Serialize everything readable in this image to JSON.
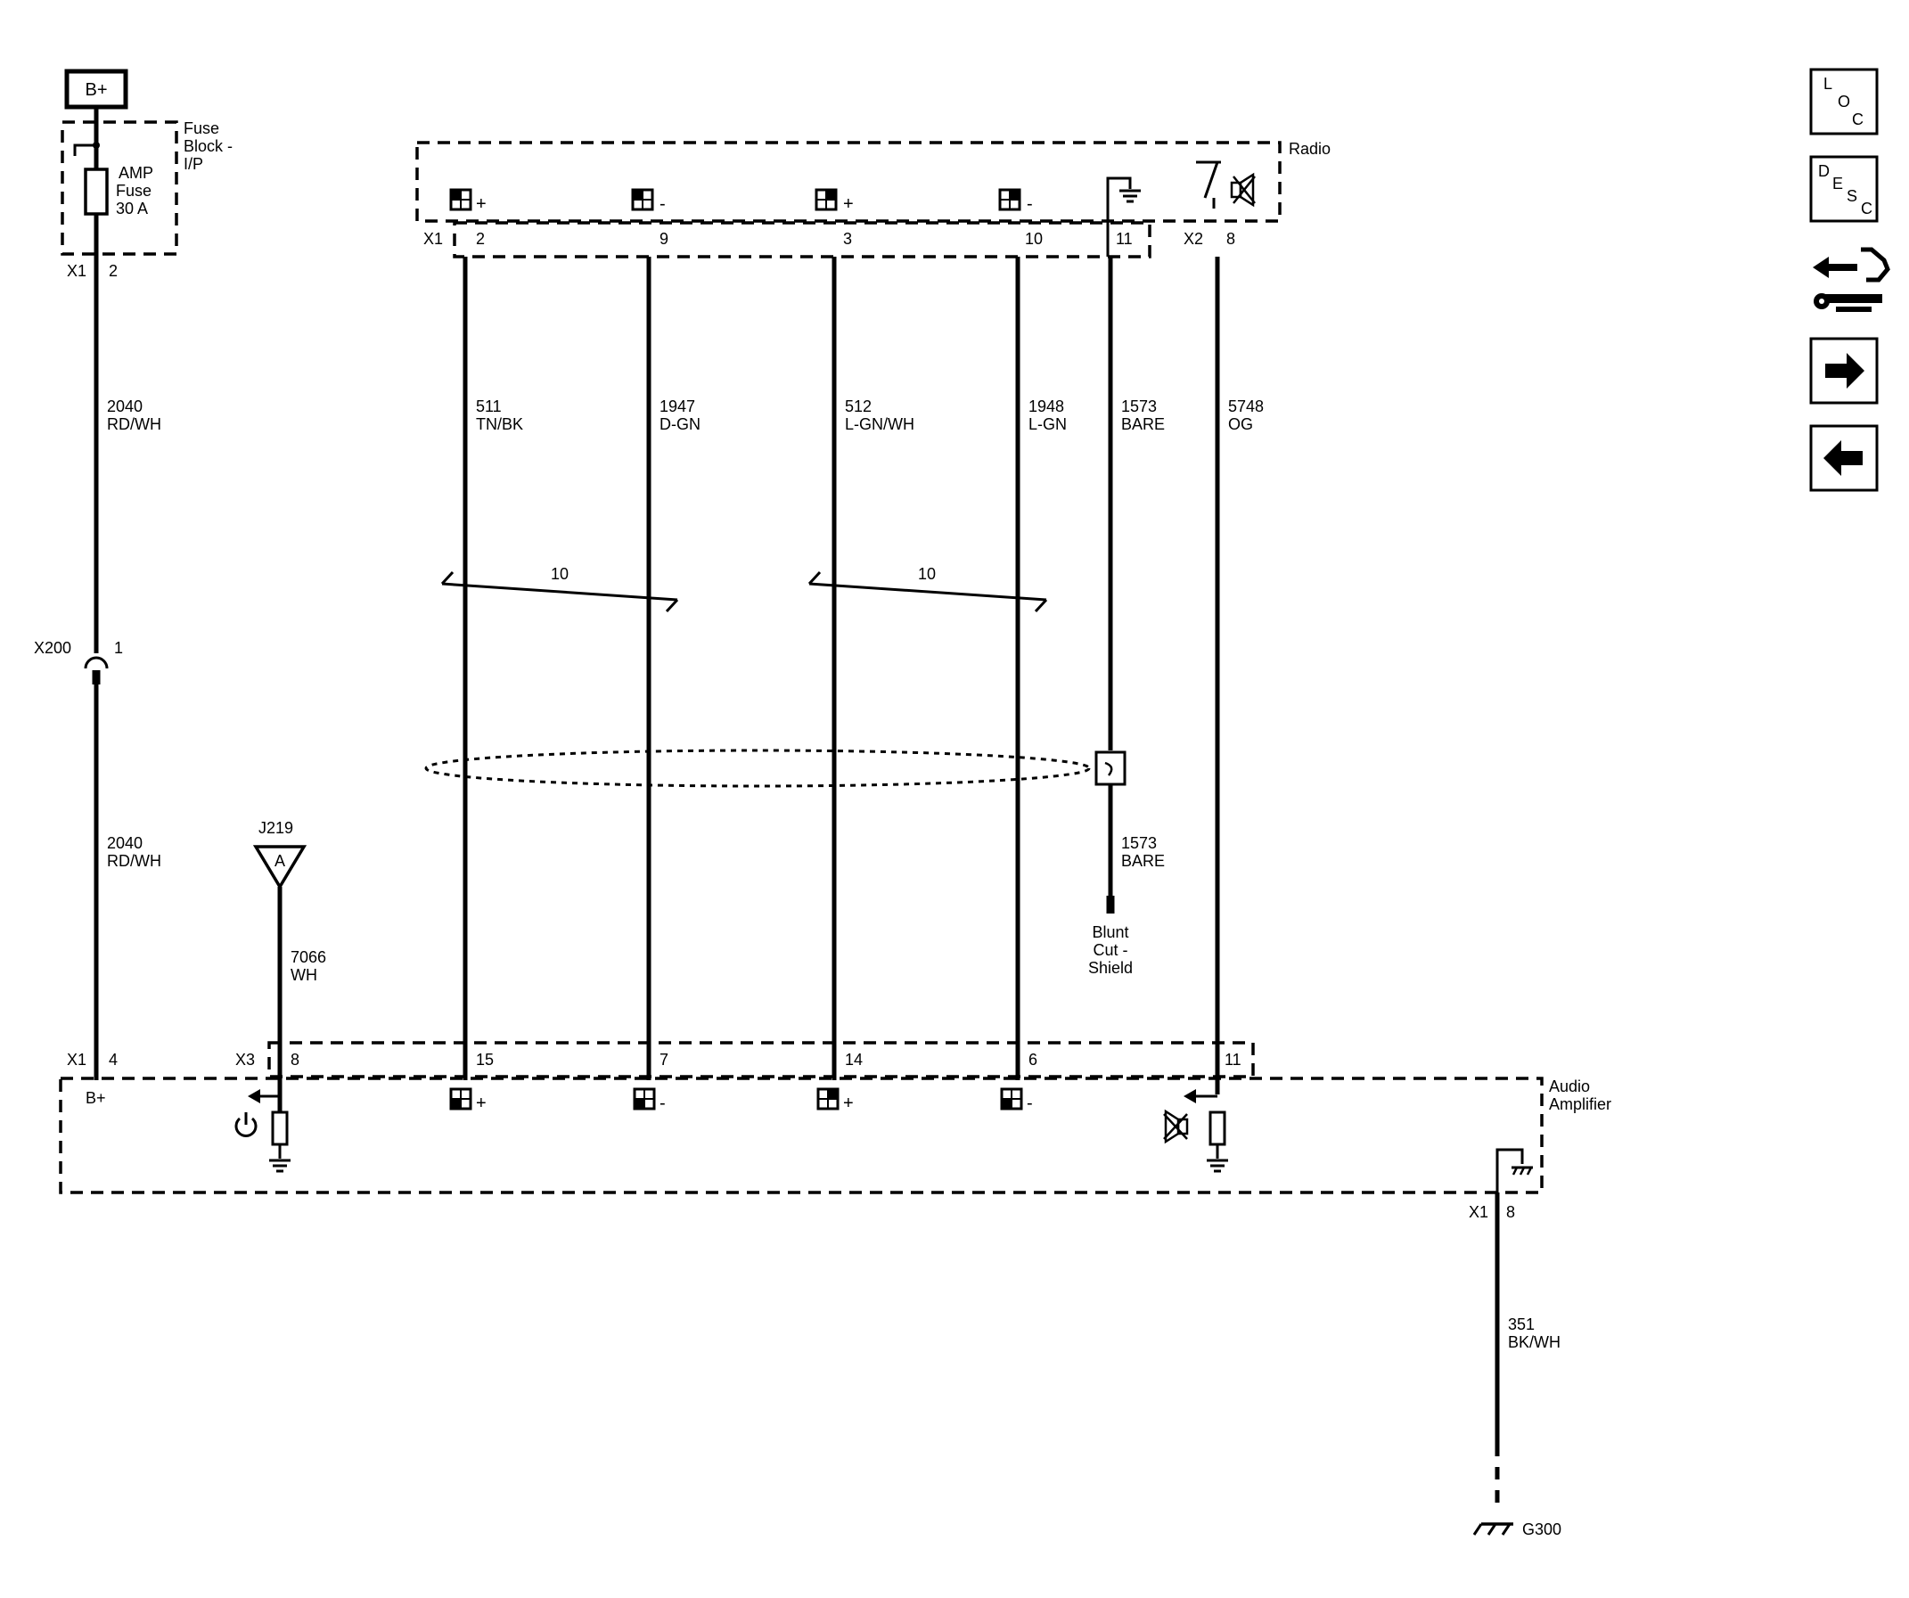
{
  "power": {
    "label": "B+"
  },
  "fuse_block": {
    "name_lines": [
      "Fuse",
      "Block -",
      "I/P"
    ],
    "fuse_lines": [
      "AMP",
      "Fuse",
      "30 A"
    ],
    "connector": "X1",
    "pin": "2"
  },
  "radio": {
    "name": "Radio",
    "connector_x1": "X1",
    "connector_x2": "X2",
    "pins": [
      {
        "pin": "2",
        "sign": "+",
        "circuit": "511",
        "color": "TN/BK"
      },
      {
        "pin": "9",
        "sign": "-",
        "circuit": "1947",
        "color": "D-GN"
      },
      {
        "pin": "3",
        "sign": "+",
        "circuit": "512",
        "color": "L-GN/WH"
      },
      {
        "pin": "10",
        "sign": "-",
        "circuit": "1948",
        "color": "L-GN"
      },
      {
        "pin": "11",
        "sign": "",
        "circuit": "1573",
        "color": "BARE"
      },
      {
        "pin": "8",
        "sign": "",
        "circuit": "5748",
        "color": "OG"
      }
    ]
  },
  "power_wire": {
    "circuit": "2040",
    "color": "RD/WH"
  },
  "inline_connector": {
    "name": "X200",
    "pin": "1"
  },
  "twist_labels": [
    "10",
    "10"
  ],
  "splice": {
    "name": "J219",
    "letter": "A",
    "circuit": "7066",
    "color": "WH"
  },
  "drain": {
    "circuit": "1573",
    "color": "BARE",
    "end_lines": [
      "Blunt",
      "Cut -",
      "Shield"
    ]
  },
  "amplifier": {
    "name_lines": [
      "Audio",
      "Amplifier"
    ],
    "connector_x1": "X1",
    "connector_x1_pin": "4",
    "bplus": "B+",
    "connector_x3": "X3",
    "pins": [
      {
        "pin": "8",
        "sign": ""
      },
      {
        "pin": "15",
        "sign": "+"
      },
      {
        "pin": "7",
        "sign": "-"
      },
      {
        "pin": "14",
        "sign": "+"
      },
      {
        "pin": "6",
        "sign": "-"
      },
      {
        "pin": "11",
        "sign": ""
      }
    ],
    "ground_connector": "X1",
    "ground_pin": "8"
  },
  "ground_wire": {
    "circuit": "351",
    "color": "BK/WH",
    "ground": "G300"
  },
  "nav": {
    "loc": [
      "L",
      "O",
      "C"
    ],
    "desc": [
      "D",
      "E",
      "S",
      "C"
    ],
    "icons": [
      "connector-tool-icon",
      "forward-arrow-icon",
      "back-arrow-icon"
    ]
  }
}
